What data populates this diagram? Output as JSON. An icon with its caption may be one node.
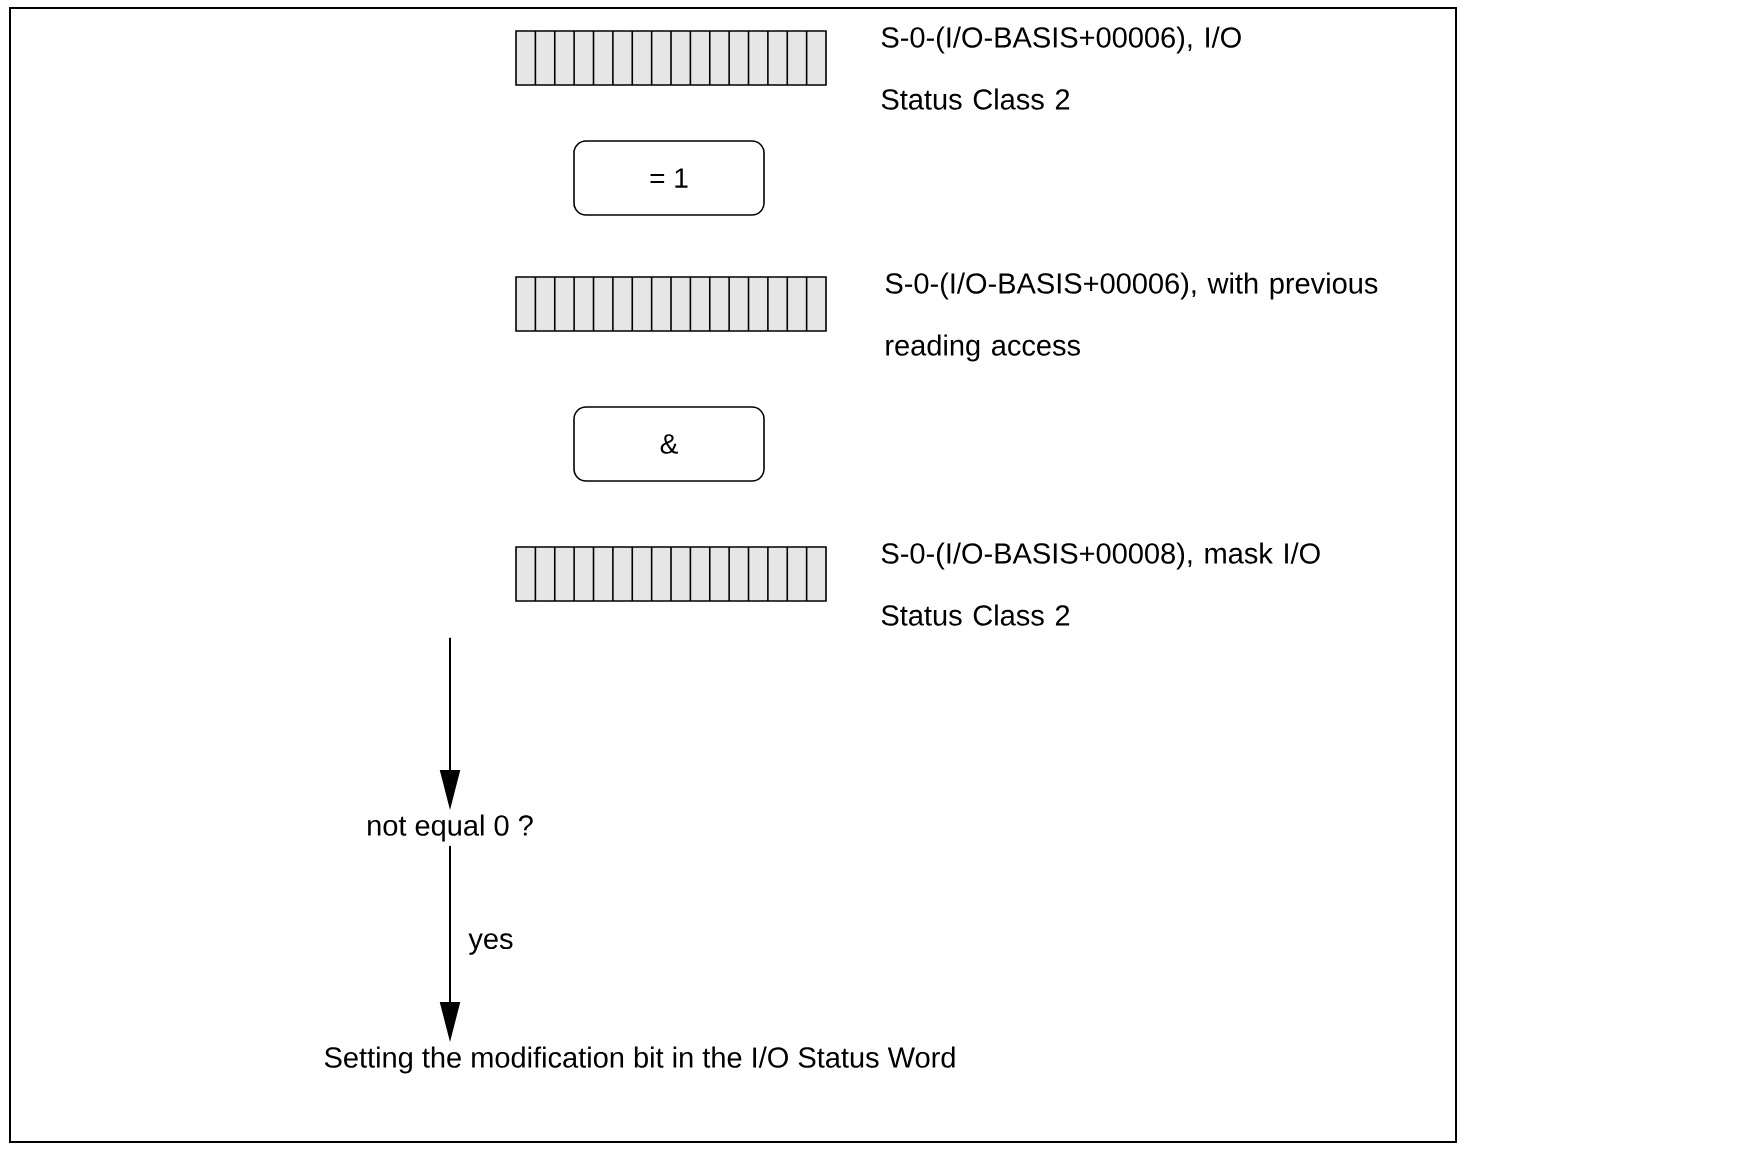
{
  "diagram": {
    "nodes": [
      {
        "text": [],
        "shape": "bar",
        "beside": [
          "S-0-(I/O-BASIS+00006), I/O Status Class 2"
        ]
      },
      {
        "text": [
          "= 1"
        ]
      },
      {
        "text": [],
        "shape": "bar",
        "beside": [
          "S-0-(I/O-BASIS+00006), with previous reading access"
        ]
      },
      {
        "text": [
          "&"
        ]
      },
      {
        "text": [],
        "shape": "bar",
        "beside": [
          "S-0-(I/O-BASIS+00008), mask I/O Status Class 2"
        ]
      },
      {
        "text": [
          "not equal 0 ?"
        ]
      },
      {
        "text": [
          "Setting the modification bit in the I/O Status Word"
        ]
      }
    ],
    "edges": [
      {
        "from": 4,
        "to": 5,
        "arrow": "to"
      },
      {
        "from": 5,
        "to": 6,
        "arrow": "to",
        "label": "yes"
      }
    ]
  }
}
